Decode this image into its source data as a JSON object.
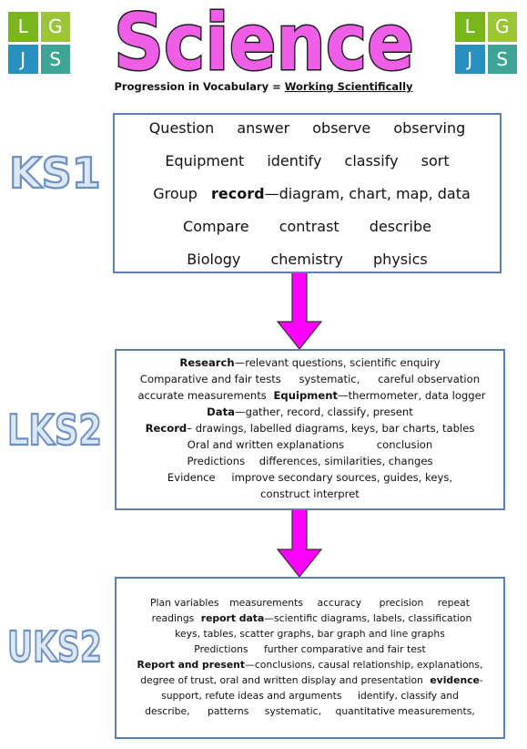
{
  "logo": {
    "letters": [
      "L",
      "G",
      "J",
      "S"
    ]
  },
  "title": "Science",
  "subtitle": {
    "lead": "Progression in Vocabulary = ",
    "link": "Working Scientifically"
  },
  "stages": [
    "KS1",
    "LKS2",
    "UKS2"
  ],
  "ks1": {
    "row1": [
      "Question",
      "answer",
      "observe",
      "observing"
    ],
    "row2": [
      "Equipment",
      "identify",
      "classify",
      "sort"
    ],
    "row3_a": "Group",
    "row3_bold": "record",
    "row3_rest": "—diagram, chart, map, data",
    "row4": [
      "Compare",
      "contrast",
      "describe"
    ],
    "row5": [
      "Biology",
      "chemistry",
      "physics"
    ]
  },
  "lks2": {
    "l1_bold": "Research",
    "l1_rest": "—relevant questions, scientific enquiry",
    "l2": [
      "Comparative and fair tests",
      "systematic,",
      "careful observation"
    ],
    "l3_a": "accurate measurements",
    "l3_bold": "Equipment",
    "l3_rest": "—thermometer, data logger",
    "l4_bold": "Data",
    "l4_rest": "—gather, record, classify, present",
    "l5_bold": "Record",
    "l5_rest": "– drawings, labelled diagrams, keys, bar charts, tables",
    "l6": [
      "Oral and written explanations",
      "conclusion"
    ],
    "l7": [
      "Predictions",
      "differences, similarities, changes"
    ],
    "l8": [
      "Evidence",
      "improve secondary sources, guides, keys,"
    ],
    "l9": "construct interpret"
  },
  "uks2": {
    "l1": [
      "Plan variables",
      "measurements",
      "accuracy",
      "precision",
      "repeat"
    ],
    "l2_a": "readings",
    "l2_bold": "report data",
    "l2_rest": "—scientific diagrams, labels, classification",
    "l3": "keys, tables, scatter graphs, bar graph and line graphs",
    "l4": [
      "Predictions",
      "further comparative and fair test"
    ],
    "l5_bold": "Report and present",
    "l5_rest": "—conclusions, causal relationship, explanations,",
    "l6_a": "degree of trust, oral and written display and presentation",
    "l6_bold": "evidence",
    "l6_rest": "-",
    "l7": [
      "support, refute ideas and arguments",
      "identify, classify and"
    ],
    "l8": [
      "describe,",
      "patterns",
      "systematic,",
      "quantitative measurements,"
    ]
  },
  "colors": {
    "title_fill": "#ee5ee6",
    "box_border": "#5b7fb9",
    "stage_fill": "#dce7f5",
    "stage_stroke": "#6d8fbf",
    "arrow": "#ff00ff"
  }
}
